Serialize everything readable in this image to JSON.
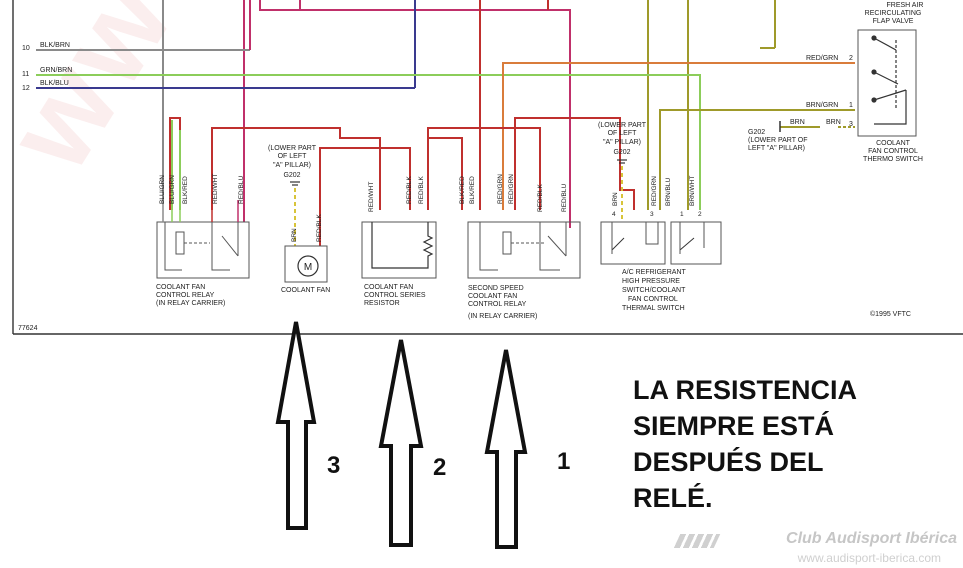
{
  "wires": {
    "w10": {
      "num": "10",
      "label": "BLK/BRN"
    },
    "w11": {
      "num": "11",
      "label": "GRN/BRN"
    },
    "w12": {
      "num": "12",
      "label": "BLK/BLU"
    }
  },
  "flap_valve": {
    "label1": "FRESH AIR",
    "label2": "RECIRCULATING",
    "label3": "FLAP VALVE"
  },
  "thermo_switch": {
    "wire_top": "RED/GRN",
    "pin_top": "2",
    "wire_mid": "BRN/GRN",
    "pin_mid": "1",
    "wire_bot": "BRN",
    "pin_bot": "3",
    "ground_wire": "BRN",
    "ground": "G202",
    "ground_loc1": "(LOWER PART OF",
    "ground_loc2": "LEFT \"A\" PILLAR)",
    "label1": "COOLANT",
    "label2": "FAN CONTROL",
    "label3": "THERMO SWITCH"
  },
  "relay1": {
    "wires": [
      "BLU/GRN",
      "BLU/GRN",
      "BLK/RED",
      "RED/WHT",
      "RED/BLU"
    ],
    "label1": "COOLANT FAN",
    "label2": "CONTROL RELAY",
    "label3": "(IN RELAY CARRIER)"
  },
  "fan": {
    "ground_loc1": "(LOWER PART",
    "ground_loc2": "OF LEFT",
    "ground_loc3": "\"A\" PILLAR)",
    "ground": "G202",
    "wires": [
      "BRN",
      "RED/BLK"
    ],
    "motor": "M",
    "label": "COOLANT FAN"
  },
  "resistor": {
    "wires": [
      "RED/WHT",
      "RED/BLK",
      "RED/BLK"
    ],
    "label1": "COOLANT FAN",
    "label2": "CONTROL SERIES",
    "label3": "RESISTOR"
  },
  "relay2": {
    "wires": [
      "BLK/RED",
      "BLK/RED",
      "RED/GRN",
      "RED/GRN",
      "RED/BLK",
      "RED/BLU"
    ],
    "label1": "SECOND SPEED",
    "label2": "COOLANT FAN",
    "label3": "CONTROL RELAY",
    "label4": "(IN RELAY CARRIER)"
  },
  "hp_switch": {
    "ground_loc1": "(LOWER PART",
    "ground_loc2": "OF LEFT",
    "ground_loc3": "\"A\" PILLAR)",
    "ground": "G202",
    "wires": [
      "BRN",
      "RED/GRN",
      "BRN/BLU",
      "BRN/WHT"
    ],
    "pins": [
      "4",
      "3",
      "1",
      "2"
    ],
    "label1": "A/C REFRIGERANT",
    "label2": "HIGH PRESSURE",
    "label3": "SWITCH/COOLANT",
    "label4": "FAN CONTROL",
    "label5": "THERMAL SWITCH"
  },
  "diagram_id": "77624",
  "copyright": "©1995 VFTC",
  "arrows": [
    {
      "number": "3"
    },
    {
      "number": "2"
    },
    {
      "number": "1"
    }
  ],
  "caption": {
    "line1": "LA RESISTENCIA",
    "line2": "SIEMPRE ESTÁ",
    "line3": "DESPUÉS DEL",
    "line4": "RELÉ."
  },
  "watermark": {
    "brand": "Club Audisport Ibérica",
    "url": "www.audisport-iberica.com",
    "diagonal": "www.audisport"
  },
  "colors": {
    "red": "#c0302e",
    "magenta": "#c0306a",
    "green": "#8ccd5a",
    "orange": "#d97c3b",
    "olive": "#9f9a2a",
    "navy": "#3a3a8f",
    "gray": "#8a8a8a",
    "yellow": "#d8c43a"
  }
}
